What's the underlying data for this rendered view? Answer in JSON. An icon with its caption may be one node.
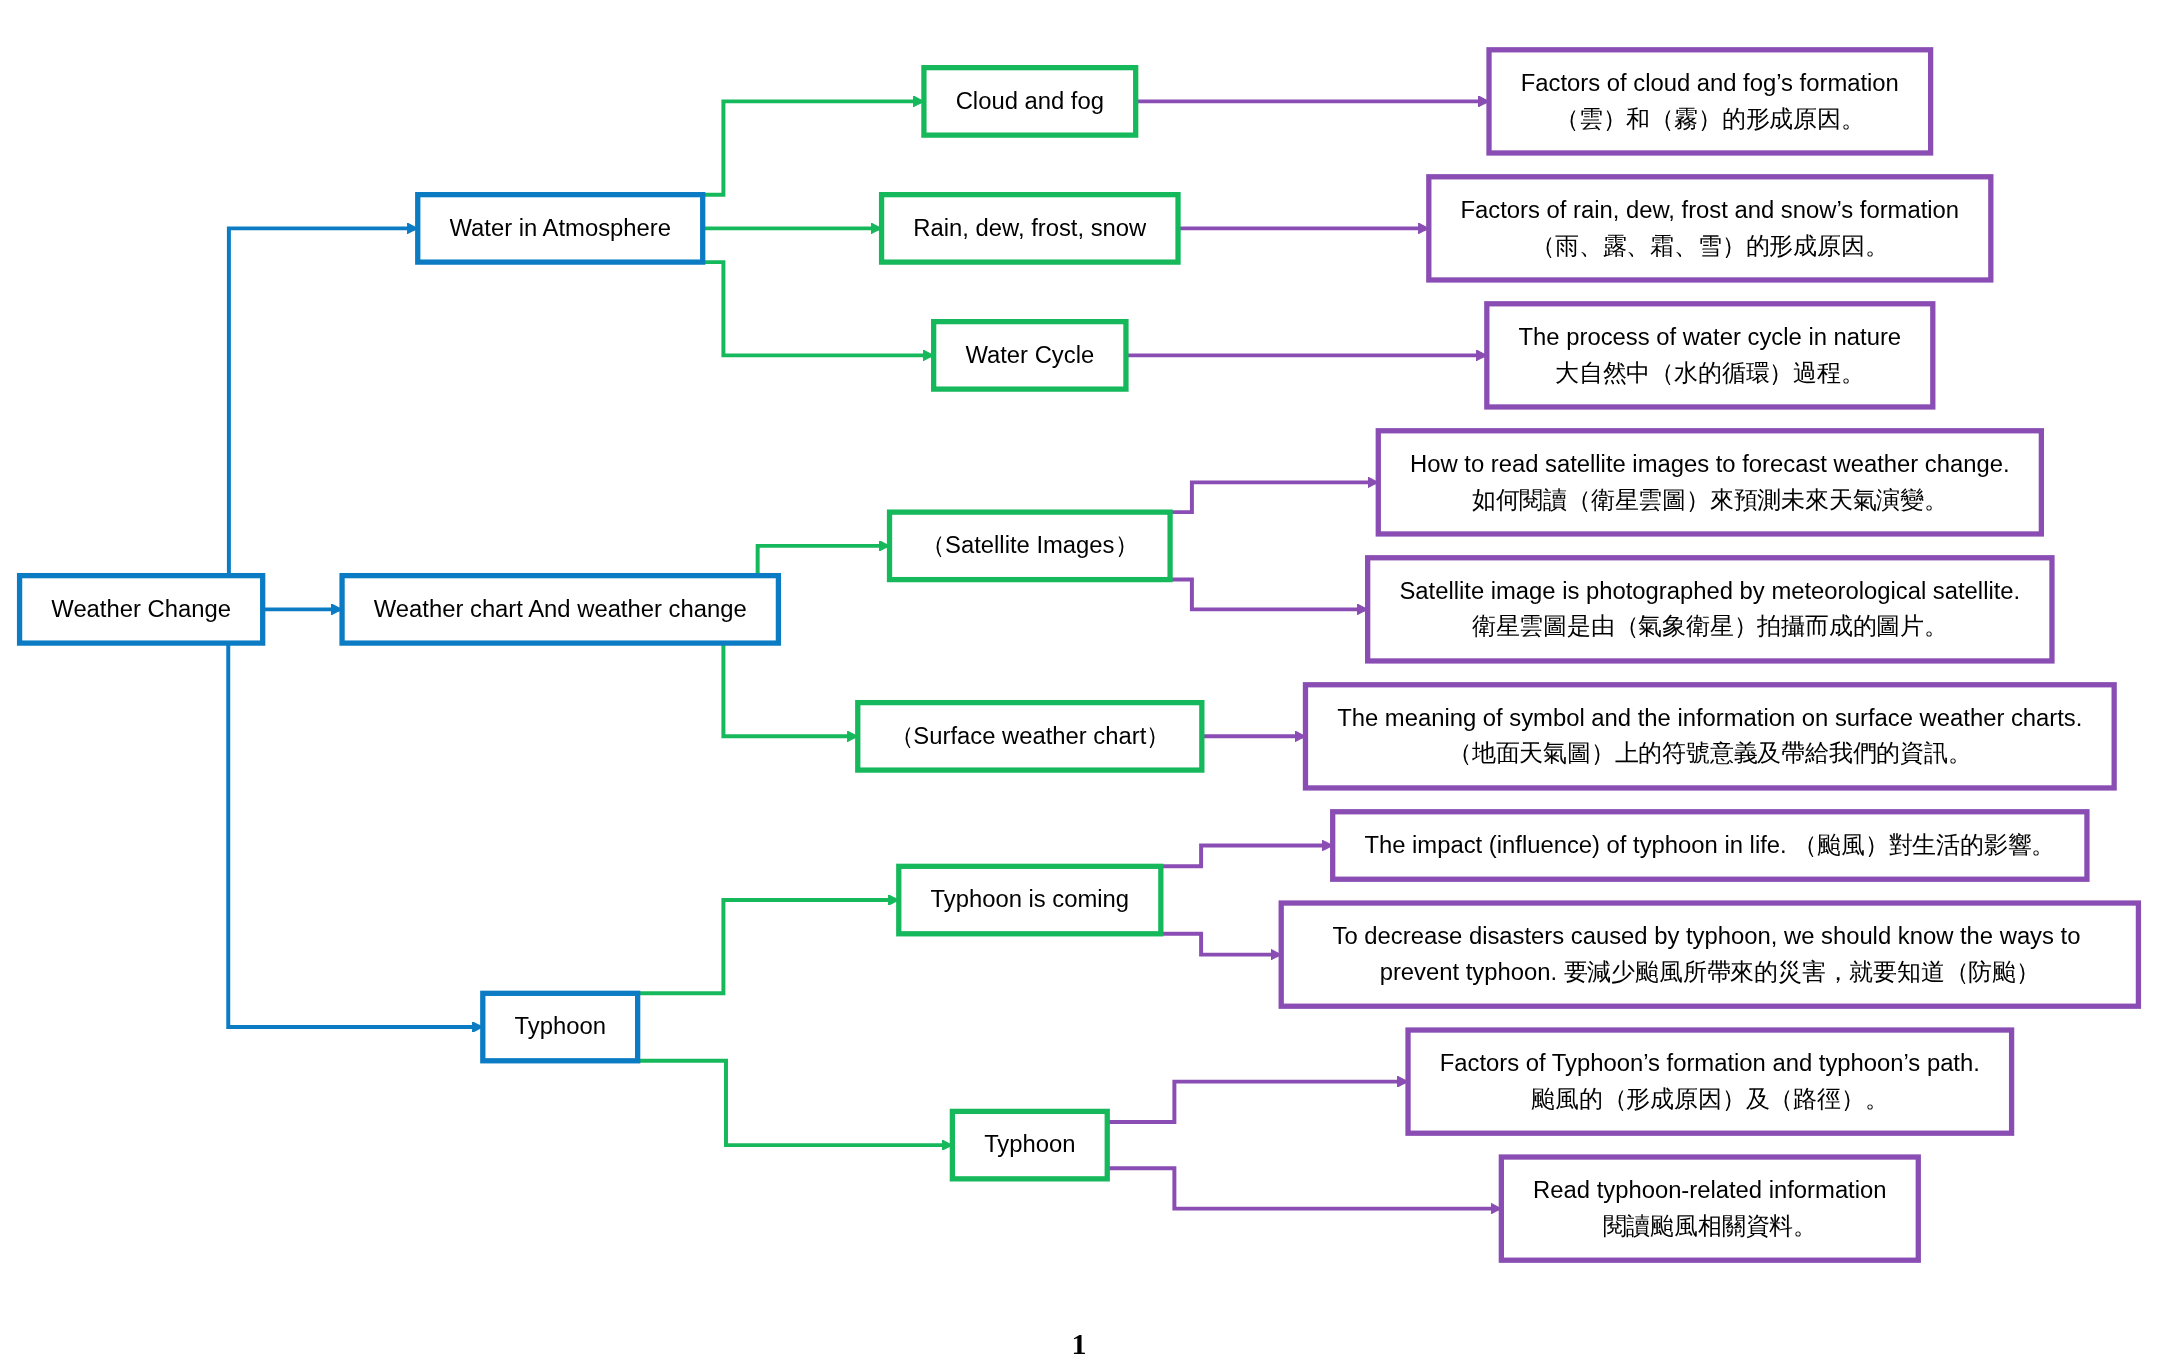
{
  "diagram": {
    "nodes": [
      {
        "text": [
          "Weather Change"
        ]
      },
      {
        "text": [
          "Water in Atmosphere"
        ]
      },
      {
        "text": [
          "Weather chart And weather change"
        ]
      },
      {
        "text": [
          "Typhoon"
        ]
      },
      {
        "text": [
          "Cloud and fog"
        ]
      },
      {
        "text": [
          "Rain, dew, frost, snow"
        ]
      },
      {
        "text": [
          "Water Cycle"
        ]
      },
      {
        "text": [
          "（Satellite Images）"
        ]
      },
      {
        "text": [
          "（Surface weather chart）"
        ]
      },
      {
        "text": [
          "Typhoon is coming"
        ]
      },
      {
        "text": [
          "Typhoon"
        ]
      },
      {
        "text": [
          "Factors of cloud and fog’s formation",
          "（雲）和（霧）的形成原因。"
        ]
      },
      {
        "text": [
          "Factors of rain, dew, frost and snow’s formation",
          "（雨、露、霜、雪）的形成原因。"
        ]
      },
      {
        "text": [
          "The process of water cycle in nature",
          "大自然中（水的循環）過程。"
        ]
      },
      {
        "text": [
          "How to read satellite images to forecast weather change.",
          "如何閱讀（衛星雲圖）來預測未來天氣演變。"
        ]
      },
      {
        "text": [
          "Satellite image is photographed by meteorological satellite.",
          "衛星雲圖是由（氣象衛星）拍攝而成的圖片。"
        ]
      },
      {
        "text": [
          "The meaning of symbol and the information on surface weather charts.",
          "（地面天氣圖）上的符號意義及帶給我們的資訊。"
        ]
      },
      {
        "text": [
          "The impact (influence) of typhoon in life. （颱風）對生活的影響。"
        ]
      },
      {
        "text": [
          "To decrease disasters caused by typhoon, we should know the ways to prevent typhoon. 要減少颱風所帶來的災害，就要知道（防颱）"
        ]
      },
      {
        "text": [
          "Factors of Typhoon’s formation and typhoon’s path.",
          "颱風的（形成原因）及（路徑）。"
        ]
      },
      {
        "text": [
          "Read typhoon-related information",
          "閱讀颱風相關資料。"
        ]
      }
    ],
    "edges": [
      {
        "from": 0,
        "to": 1,
        "arrow": "to",
        "color": "#0b7cc4"
      },
      {
        "from": 0,
        "to": 2,
        "arrow": "to",
        "color": "#0b7cc4"
      },
      {
        "from": 0,
        "to": 3,
        "arrow": "to",
        "color": "#0b7cc4"
      },
      {
        "from": 1,
        "to": 4,
        "arrow": "to",
        "color": "#16b85c"
      },
      {
        "from": 1,
        "to": 5,
        "arrow": "to",
        "color": "#16b85c"
      },
      {
        "from": 1,
        "to": 6,
        "arrow": "to",
        "color": "#16b85c"
      },
      {
        "from": 2,
        "to": 7,
        "arrow": "to",
        "color": "#16b85c"
      },
      {
        "from": 2,
        "to": 8,
        "arrow": "to",
        "color": "#16b85c"
      },
      {
        "from": 3,
        "to": 9,
        "arrow": "to",
        "color": "#16b85c"
      },
      {
        "from": 3,
        "to": 10,
        "arrow": "to",
        "color": "#16b85c"
      },
      {
        "from": 4,
        "to": 11,
        "arrow": "to"
      },
      {
        "from": 5,
        "to": 12,
        "arrow": "to"
      },
      {
        "from": 6,
        "to": 13,
        "arrow": "to"
      },
      {
        "from": 7,
        "to": 14,
        "arrow": "to"
      },
      {
        "from": 7,
        "to": 15,
        "arrow": "to"
      },
      {
        "from": 8,
        "to": 16,
        "arrow": "to"
      },
      {
        "from": 9,
        "to": 17,
        "arrow": "to"
      },
      {
        "from": 9,
        "to": 18,
        "arrow": "to"
      },
      {
        "from": 10,
        "to": 19,
        "arrow": "to"
      },
      {
        "from": 10,
        "to": 20,
        "arrow": "to"
      }
    ],
    "labels": [
      "1"
    ]
  }
}
